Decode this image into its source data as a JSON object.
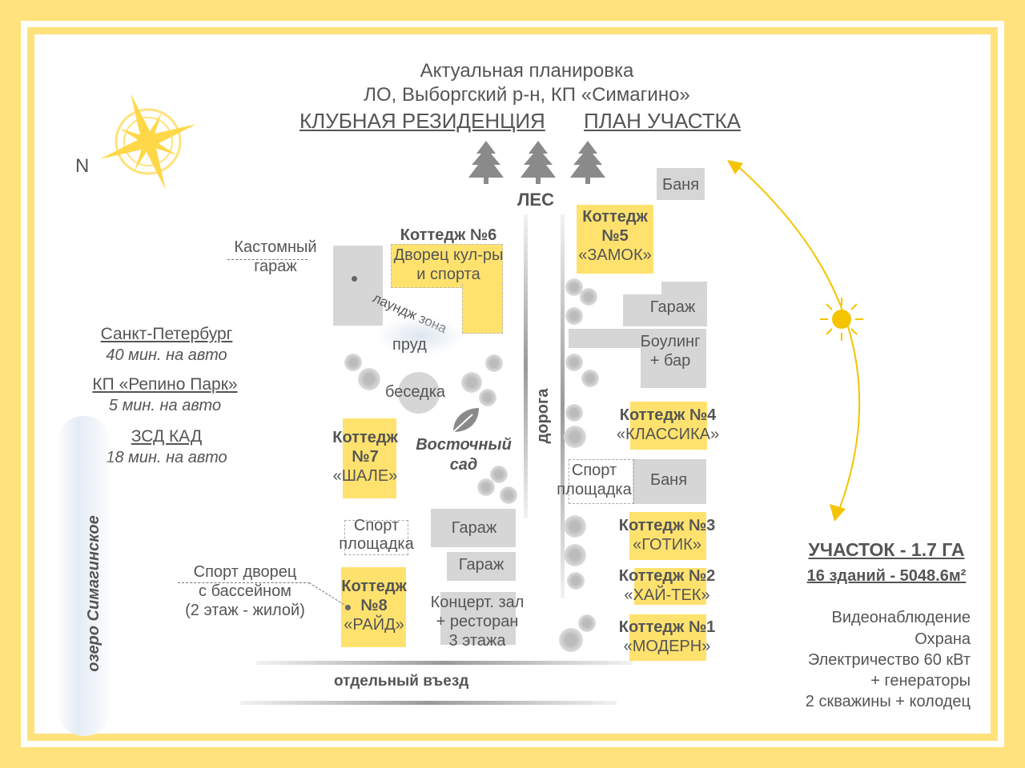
{
  "header": {
    "line1": "Актуальная планировка",
    "line2": "ЛО, Выборгский р-н, КП «Симагино»",
    "link1": "КЛУБНАЯ РЕЗИДЕНЦИЯ",
    "link2": "ПЛАН УЧАСТКА"
  },
  "compass": {
    "label": "N"
  },
  "distances": [
    {
      "place": "Санкт-Петербург",
      "time": "40 мин. на авто"
    },
    {
      "place": "КП «Репино Парк»",
      "time": "5 мин. на авто"
    },
    {
      "place": "ЗСД  КАД",
      "time": "18 мин. на авто"
    }
  ],
  "lake": "озеро Симагинское",
  "forest": "ЛЕС",
  "road": "дорога",
  "entrance": "отдельный въезд",
  "labels": {
    "custom_garage": [
      "Кастомный",
      "гараж"
    ],
    "c6": [
      "Коттедж №6",
      "Дворец кул-ры",
      "и спорта"
    ],
    "lounge": "лаундж зона",
    "pond": "пруд",
    "gazebo": "беседка",
    "garden": [
      "Восточный",
      "сад"
    ],
    "c7": [
      "Коттедж",
      "№7",
      "«ШАЛЕ»"
    ],
    "sport_left": [
      "Спорт",
      "площадка"
    ],
    "garage_l1": "Гараж",
    "garage_l2": "Гараж",
    "sport_palace": [
      "Спорт дворец",
      "с бассейном",
      "(2 этаж - жилой)"
    ],
    "c8": [
      "Коттедж",
      "№8",
      "«РАЙД»"
    ],
    "concert": [
      "Концерт. зал",
      "+ ресторан",
      "3 этажа"
    ],
    "banya1": "Баня",
    "c5": [
      "Коттедж",
      "№5",
      "«ЗАМОК»"
    ],
    "garage_r": "Гараж",
    "bowling": [
      "Боулинг",
      "+ бар"
    ],
    "c4": [
      "Коттедж №4",
      "«КЛАССИКА»"
    ],
    "sport_right": [
      "Спорт",
      "площадка"
    ],
    "banya2": "Баня",
    "c3": [
      "Коттедж №3",
      "«ГОТИК»"
    ],
    "c2": [
      "Коттедж №2",
      "«ХАЙ-ТЕК»"
    ],
    "c1": [
      "Коттедж №1",
      "«МОДЕРН»"
    ]
  },
  "summary": {
    "area": "УЧАСТОК - 1.7 ГА",
    "buildings": "16 зданий - 5048.6м²",
    "features": [
      "Видеонаблюдение",
      "Охрана",
      "Электричество 60 кВт",
      "+ генераторы",
      "2 скважины + колодец"
    ]
  },
  "colors": {
    "frame": "#FFE27C",
    "building": "#FFE26E",
    "gray": "#D6D6D6",
    "sun": "#F5C400"
  }
}
